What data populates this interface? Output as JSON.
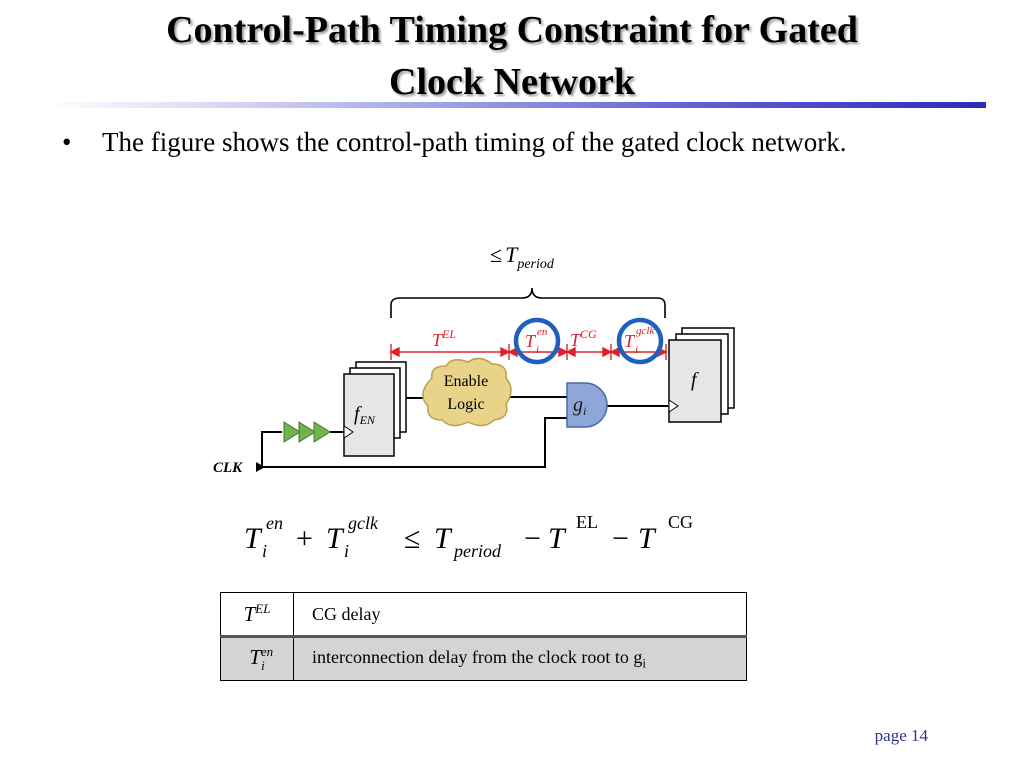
{
  "slide": {
    "title_line1": "Control-Path Timing Constraint for Gated",
    "title_line2": "Clock Network",
    "bullet_marker": "•",
    "bullet_text": "The figure shows the control-path timing of the gated clock network.",
    "page_label": "page 14"
  },
  "figure": {
    "brace_label_op": "≤",
    "brace_label_T": "T",
    "brace_label_sub": "period",
    "seg_el_T": "T",
    "seg_el_sup": "EL",
    "seg_en_T": "T",
    "seg_en_sup": "en",
    "seg_en_sub": "i",
    "seg_cg_T": "T",
    "seg_cg_sup": "CG",
    "seg_gclk_T": "T",
    "seg_gclk_sup": "gclk",
    "seg_gclk_sub": "i",
    "enable_logic_line1": "Enable",
    "enable_logic_line2": "Logic",
    "gate_g": "g",
    "gate_sub": "i",
    "ff_en_f": "f",
    "ff_en_sub": "EN",
    "ff_f": "f",
    "clk_label": "CLK",
    "colors": {
      "timing_red": "#e0202a",
      "circle_blue": "#1f5fbf",
      "gate_blue": "#7f9cd0",
      "cloud_yellow": "#e8d389",
      "buffer_green": "#70b050"
    }
  },
  "equation": {
    "t1": "T",
    "t1_sup": "en",
    "t1_sub": "i",
    "plus": "+",
    "t2": "T",
    "t2_sup": "gclk",
    "t2_sub": "i",
    "le": "≤",
    "t3": "T",
    "t3_sub": "period",
    "minus1": "−",
    "t4": "T",
    "t4_sup": "EL",
    "minus2": "−",
    "t5": "T",
    "t5_sup": "CG"
  },
  "legend": [
    {
      "sym": "T",
      "sup": "EL",
      "sub": "",
      "desc": "CG delay"
    },
    {
      "sym": "T",
      "sup": "en",
      "sub": "i",
      "desc": "interconnection delay from the clock root to g",
      "desc_sub": "i"
    }
  ]
}
